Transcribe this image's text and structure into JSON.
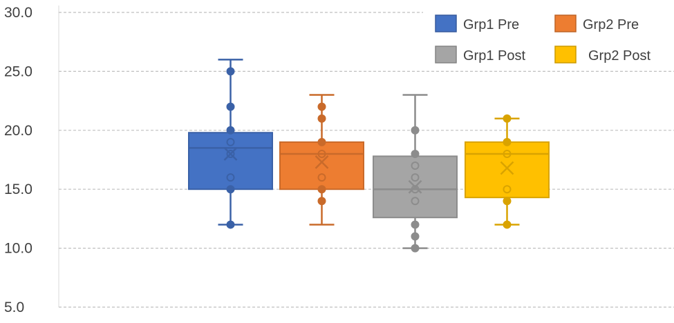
{
  "chart_data": {
    "type": "box",
    "title": "",
    "xlabel": "",
    "ylabel": "",
    "ylim": [
      5,
      30
    ],
    "yticks": [
      "5.0",
      "10.0",
      "15.0",
      "20.0",
      "25.0",
      "30.0"
    ],
    "grid": true,
    "legend_position": "top-right",
    "series": [
      {
        "name": "Grp1 Pre",
        "color": "#4472C4",
        "min": 12,
        "q1": 15,
        "median": 18.5,
        "q3": 19.8,
        "max": 26,
        "mean": 18,
        "points": [
          25,
          22,
          20,
          19,
          18,
          16,
          15,
          12
        ]
      },
      {
        "name": "Grp2 Pre",
        "color": "#ED7D31",
        "min": 12,
        "q1": 15,
        "median": 18,
        "q3": 19,
        "max": 23,
        "mean": 17.3,
        "points": [
          22,
          21,
          19,
          18,
          16,
          15,
          14
        ]
      },
      {
        "name": "Grp1 Post",
        "color": "#A5A5A5",
        "min": 10,
        "q1": 12.6,
        "median": 15,
        "q3": 17.8,
        "max": 23,
        "mean": 15.2,
        "points": [
          20,
          18,
          17,
          16,
          15,
          14,
          12,
          11,
          10
        ]
      },
      {
        "name": "Grp2 Post",
        "color": "#FFC000",
        "min": 12,
        "q1": 14.3,
        "median": 18,
        "q3": 19,
        "max": 21,
        "mean": 16.8,
        "points": [
          21,
          19,
          18,
          15,
          14,
          12
        ]
      }
    ]
  }
}
